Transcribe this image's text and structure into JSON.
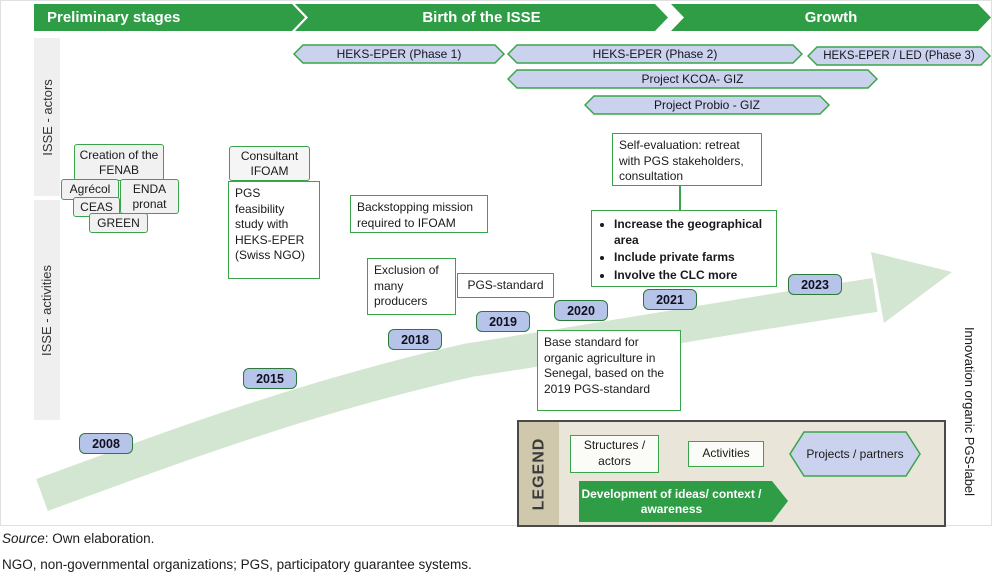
{
  "stages": [
    {
      "label": "Preliminary stages"
    },
    {
      "label": "Birth of the ISSE"
    },
    {
      "label": "Growth"
    }
  ],
  "side_labels": {
    "actors": "ISSE - actors",
    "activities": "ISSE - activities",
    "innovation": "Innovation organic PGS-label"
  },
  "project_bars": [
    {
      "label": "HEKS-EPER (Phase 1)"
    },
    {
      "label": "HEKS-EPER (Phase 2)"
    },
    {
      "label": "HEKS-EPER / LED (Phase 3)"
    },
    {
      "label": "Project KCOA- GIZ"
    },
    {
      "label": "Project Probio - GIZ"
    }
  ],
  "actors": [
    {
      "label": "Creation of the FENAB"
    },
    {
      "label": "Agrécol"
    },
    {
      "label": "ENDA pronat"
    },
    {
      "label": "CEAS"
    },
    {
      "label": "GREEN"
    },
    {
      "label": "Consultant IFOAM"
    }
  ],
  "activities": {
    "pgs_feasibility": "PGS feasibility study with HEKS-EPER (Swiss NGO)",
    "backstopping": "Backstopping mission required to IFOAM",
    "exclusion": "Exclusion of many producers",
    "pgs_standard": "PGS-standard",
    "self_evaluation": "Self-evaluation: retreat with PGS stakeholders, consultation",
    "expansion_bullets": [
      "Increase the geographical area",
      "Include private farms",
      "Involve the CLC more"
    ],
    "base_standard": "Base standard for organic agriculture in Senegal, based on the 2019 PGS-standard"
  },
  "years": [
    "2008",
    "2015",
    "2018",
    "2019",
    "2020",
    "2021",
    "2023"
  ],
  "legend": {
    "title": "LEGEND",
    "structures_actors": "Structures / actors",
    "activities": "Activities",
    "projects_partners": "Projects / partners",
    "development": "Development of ideas/ context / awareness"
  },
  "footer": {
    "source_label": "Source",
    "source_text": ": Own elaboration.",
    "abbreviations": "NGO, non-governmental organizations; PGS, participatory guarantee systems."
  },
  "colors": {
    "stage_green": "#2f9c46",
    "box_border_green": "#3aa44a",
    "year_border_green": "#2b7a3a",
    "bar_fill": "#cbd2ed",
    "year_fill": "#b7c4e9",
    "timeline_arrow": "#d3e6d1",
    "legend_bg": "#e9e6d9",
    "legend_strip": "#cfc8ad"
  }
}
